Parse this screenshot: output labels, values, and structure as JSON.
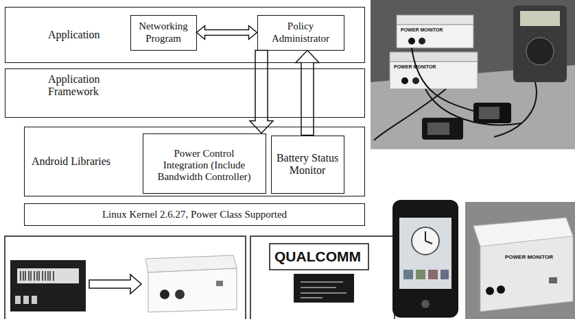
{
  "diagram": {
    "nodes": [
      {
        "text": [
          "Application"
        ]
      },
      {
        "text": [
          "Networking Program"
        ],
        "in": 0
      },
      {
        "text": [
          "Policy Administrator"
        ],
        "in": 0
      },
      {
        "text": [
          "Application Framework"
        ]
      },
      {
        "text": [
          "Android Libraries"
        ]
      },
      {
        "text": [
          "Power Control Integration (Include Bandwidth Controller)"
        ],
        "in": 4
      },
      {
        "text": [
          "Battery Status Monitor"
        ],
        "in": 4
      },
      {
        "text": [
          "Linux Kernel 2.6.27, Power Class Supported"
        ]
      }
    ],
    "edges": [
      {
        "from": 1,
        "to": 2,
        "arrow": "both"
      },
      {
        "from": 2,
        "to": 5,
        "arrow": "to"
      },
      {
        "from": 6,
        "to": 2,
        "arrow": "to"
      }
    ],
    "labels": [
      "POWER MONITOR",
      "POWER MONITOR",
      "QUALCOMM",
      "POWER MONITOR"
    ]
  }
}
